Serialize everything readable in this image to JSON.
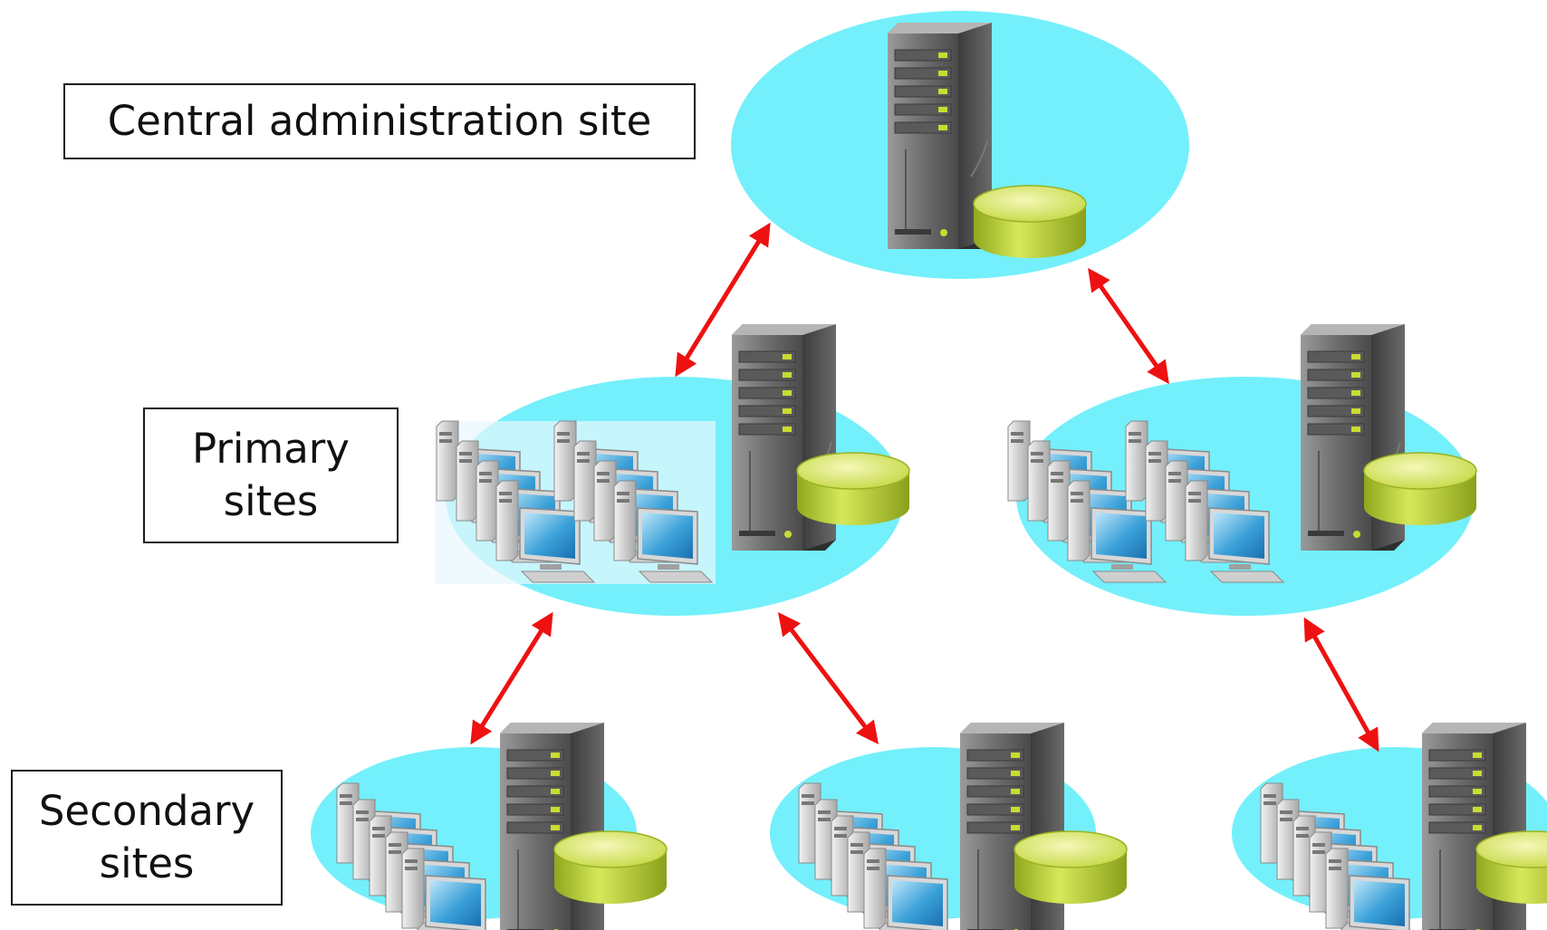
{
  "labels": {
    "central": "Central administration site",
    "primary_line1": "Primary",
    "primary_line2": "sites",
    "secondary_line1": "Secondary",
    "secondary_line2": "sites"
  },
  "colors": {
    "site_ellipse": "#73f0fb",
    "arrow": "#ee1111",
    "server_body": "#6b6b6b",
    "server_led": "#c8dc32",
    "database": "#b4cc34",
    "monitor_screen": "#3aa0d8"
  },
  "icons": [
    "server-icon",
    "database-icon",
    "workstation-icon",
    "double-arrow-icon"
  ]
}
